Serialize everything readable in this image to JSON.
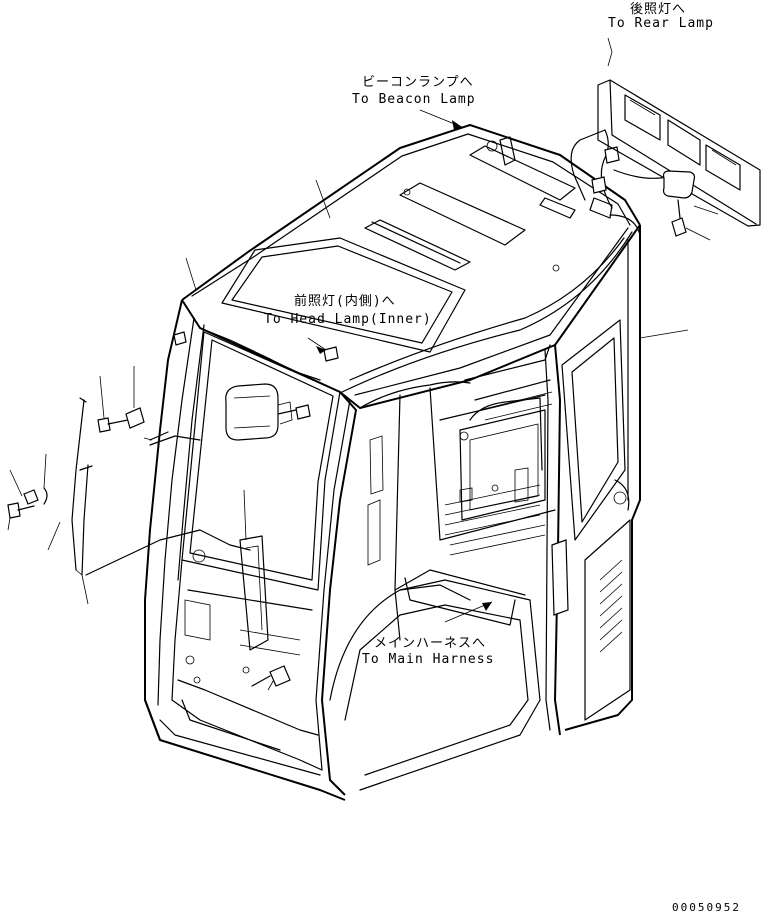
{
  "callouts": {
    "rear_lamp_jp": "後照灯へ",
    "rear_lamp_en": "To Rear Lamp",
    "beacon_lamp_jp": "ビーコンランプへ",
    "beacon_lamp_en": "To Beacon Lamp",
    "head_lamp_jp": "前照灯(内側)へ",
    "head_lamp_en": "To Head Lamp(Inner)",
    "main_harness_jp": "メインハーネスへ",
    "main_harness_en": "To Main Harness"
  },
  "drawing_code": "00050952"
}
